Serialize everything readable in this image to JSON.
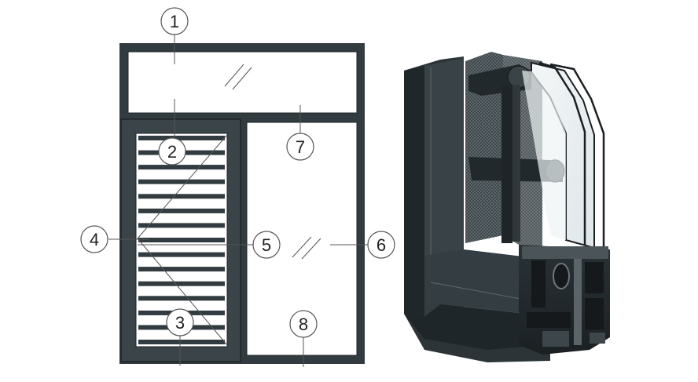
{
  "diagram": {
    "callouts": [
      {
        "id": "c1",
        "label": "1"
      },
      {
        "id": "c2",
        "label": "2"
      },
      {
        "id": "c3",
        "label": "3"
      },
      {
        "id": "c4",
        "label": "4"
      },
      {
        "id": "c5",
        "label": "5"
      },
      {
        "id": "c6",
        "label": "6"
      },
      {
        "id": "c7",
        "label": "7"
      },
      {
        "id": "c8",
        "label": "8"
      }
    ],
    "colors": {
      "frame": "#323b40",
      "frame_edge": "#1f2529",
      "glass": "#ffffff",
      "line": "#555555",
      "profile_dark": "#262d31",
      "profile_mid": "#3d464b",
      "profile_light": "#5a6469",
      "glass_tint": "#e8eef0"
    }
  }
}
